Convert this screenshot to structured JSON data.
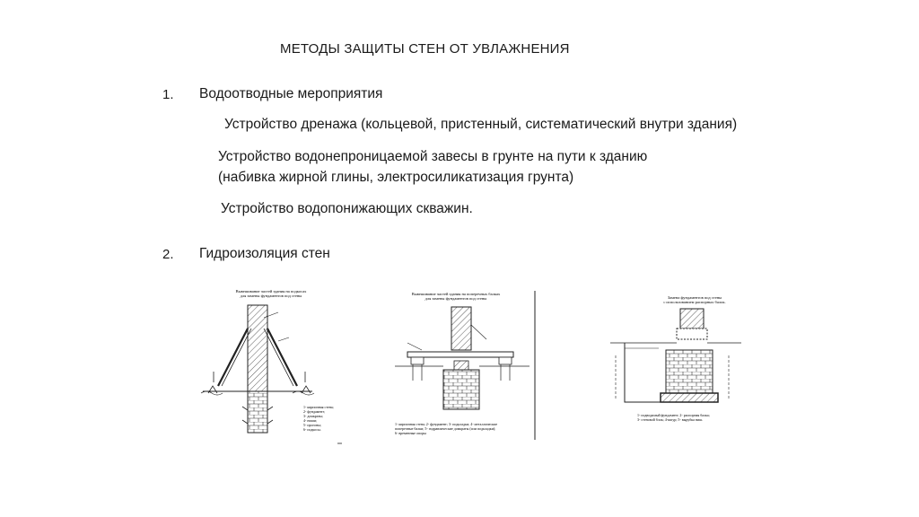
{
  "slide": {
    "title": "МЕТОДЫ ЗАЩИТЫ СТЕН ОТ УВЛАЖНЕНИЯ",
    "section1": {
      "number": "1.",
      "label": "Водоотводные мероприятия",
      "items": [
        "Устройство дренажа (кольцевой, пристенный, систематический внутри здания)",
        "Устройство водонепроницаемой завесы в грунте  на пути к зданию",
        "(набивка жирной глины, электросиликатизация грунта)",
        "Устройство водопонижающих скважин."
      ]
    },
    "section2": {
      "number": "2.",
      "label": "Гидроизоляция стен"
    }
  },
  "figures": [
    {
      "caption": [
        "Вывешивание частей здания на подкосах",
        "для замены фундаментов под стены"
      ],
      "legend": [
        "1- кирпичная стена;",
        "2- фундамент;",
        "3- домкраты;",
        "4- ниши;",
        "5- прогоны;",
        "6- подкосы."
      ]
    },
    {
      "caption": [
        "Вывешивание частей здания на поперечных балках",
        "для замены фундаментов под стены"
      ],
      "legend": [
        "1- кирпичная стена;  2- фундамент;  3- подкладки;  4- металлические",
        "поперечные балки;  5- гидравлические домкраты (или подкладки);",
        "6- временные опоры"
      ]
    },
    {
      "caption": [
        "Замена фундаментов под стены",
        "с использованием распорных балок."
      ],
      "legend": [
        "1- подводимый фундамент;  2- распорная балка;",
        "3- стеновой блок;  4-шпур;  5- вырубка ниш."
      ]
    }
  ]
}
